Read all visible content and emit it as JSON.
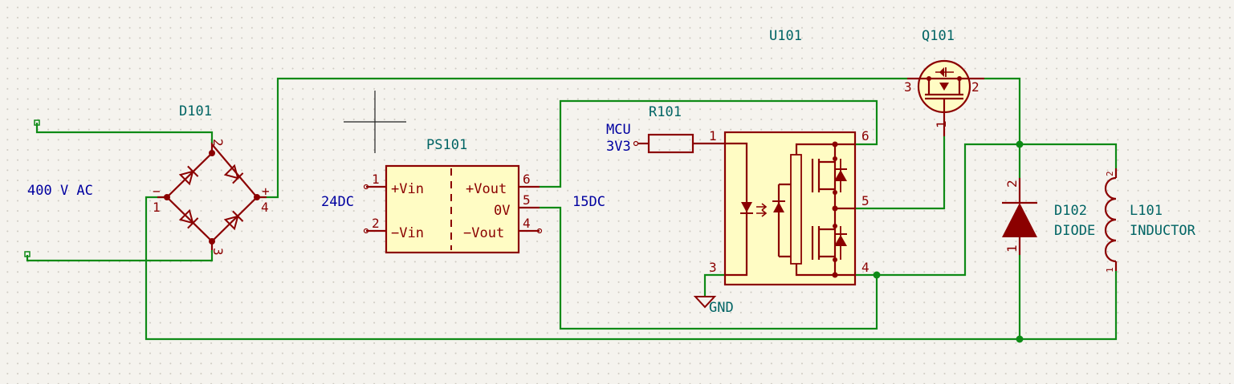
{
  "labels": {
    "ac_input": "400 V AC",
    "dc_24": "24DC",
    "dc_15": "15DC",
    "mcu_line1": "MCU",
    "mcu_line2": "3V3"
  },
  "components": {
    "d101": {
      "ref": "D101",
      "pin1": "1",
      "pin2": "2",
      "pin3": "3",
      "pin4": "4",
      "minus": "−",
      "plus": "+"
    },
    "ps101": {
      "ref": "PS101",
      "pin1": "1",
      "pin2": "2",
      "pin4": "4",
      "pin5": "5",
      "pin6": "6",
      "vin_plus": "+Vin",
      "vin_minus": "−Vin",
      "vout_plus": "+Vout",
      "vout_zero": "0V",
      "vout_minus": "−Vout"
    },
    "r101": {
      "ref": "R101"
    },
    "u101": {
      "ref": "U101",
      "pin1": "1",
      "pin3": "3",
      "pin4": "4",
      "pin5": "5",
      "pin6": "6"
    },
    "q101": {
      "ref": "Q101",
      "pin1": "1",
      "pin2": "2",
      "pin3": "3"
    },
    "d102": {
      "ref": "D102",
      "value": "DIODE",
      "pin1": "1",
      "pin2": "2"
    },
    "l101": {
      "ref": "L101",
      "value": "INDUCTOR",
      "pin1": "1",
      "pin2": "2"
    },
    "gnd": {
      "value": "GND"
    }
  }
}
